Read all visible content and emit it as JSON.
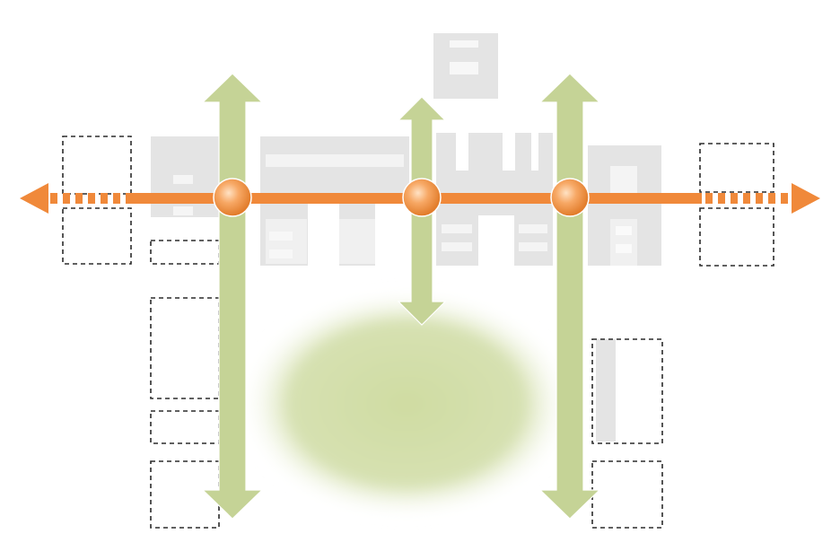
{
  "diagram": {
    "kind": "urban-planning-axis-diagram",
    "colors": {
      "background": "#ffffff",
      "building_fill": "#e6e6e6",
      "building_light": "#f2f2f2",
      "dashed_outline": "#2b2b2b",
      "green_arrow": "#c6d494",
      "green_zone": "#d4dfac",
      "orange_axis": "#f0893a",
      "node_fill": "#f5a15a"
    },
    "elements": {
      "main_axis": {
        "direction": "horizontal",
        "style": "dashed-ends"
      },
      "vertical_arrows": [
        {
          "id": "left",
          "type": "double-headed"
        },
        {
          "id": "center",
          "type": "double-headed"
        },
        {
          "id": "right",
          "type": "double-headed"
        }
      ],
      "nodes": [
        "left",
        "center",
        "right"
      ],
      "green_zone": {
        "shape": "ellipse",
        "effect": "soft-blur"
      }
    }
  }
}
